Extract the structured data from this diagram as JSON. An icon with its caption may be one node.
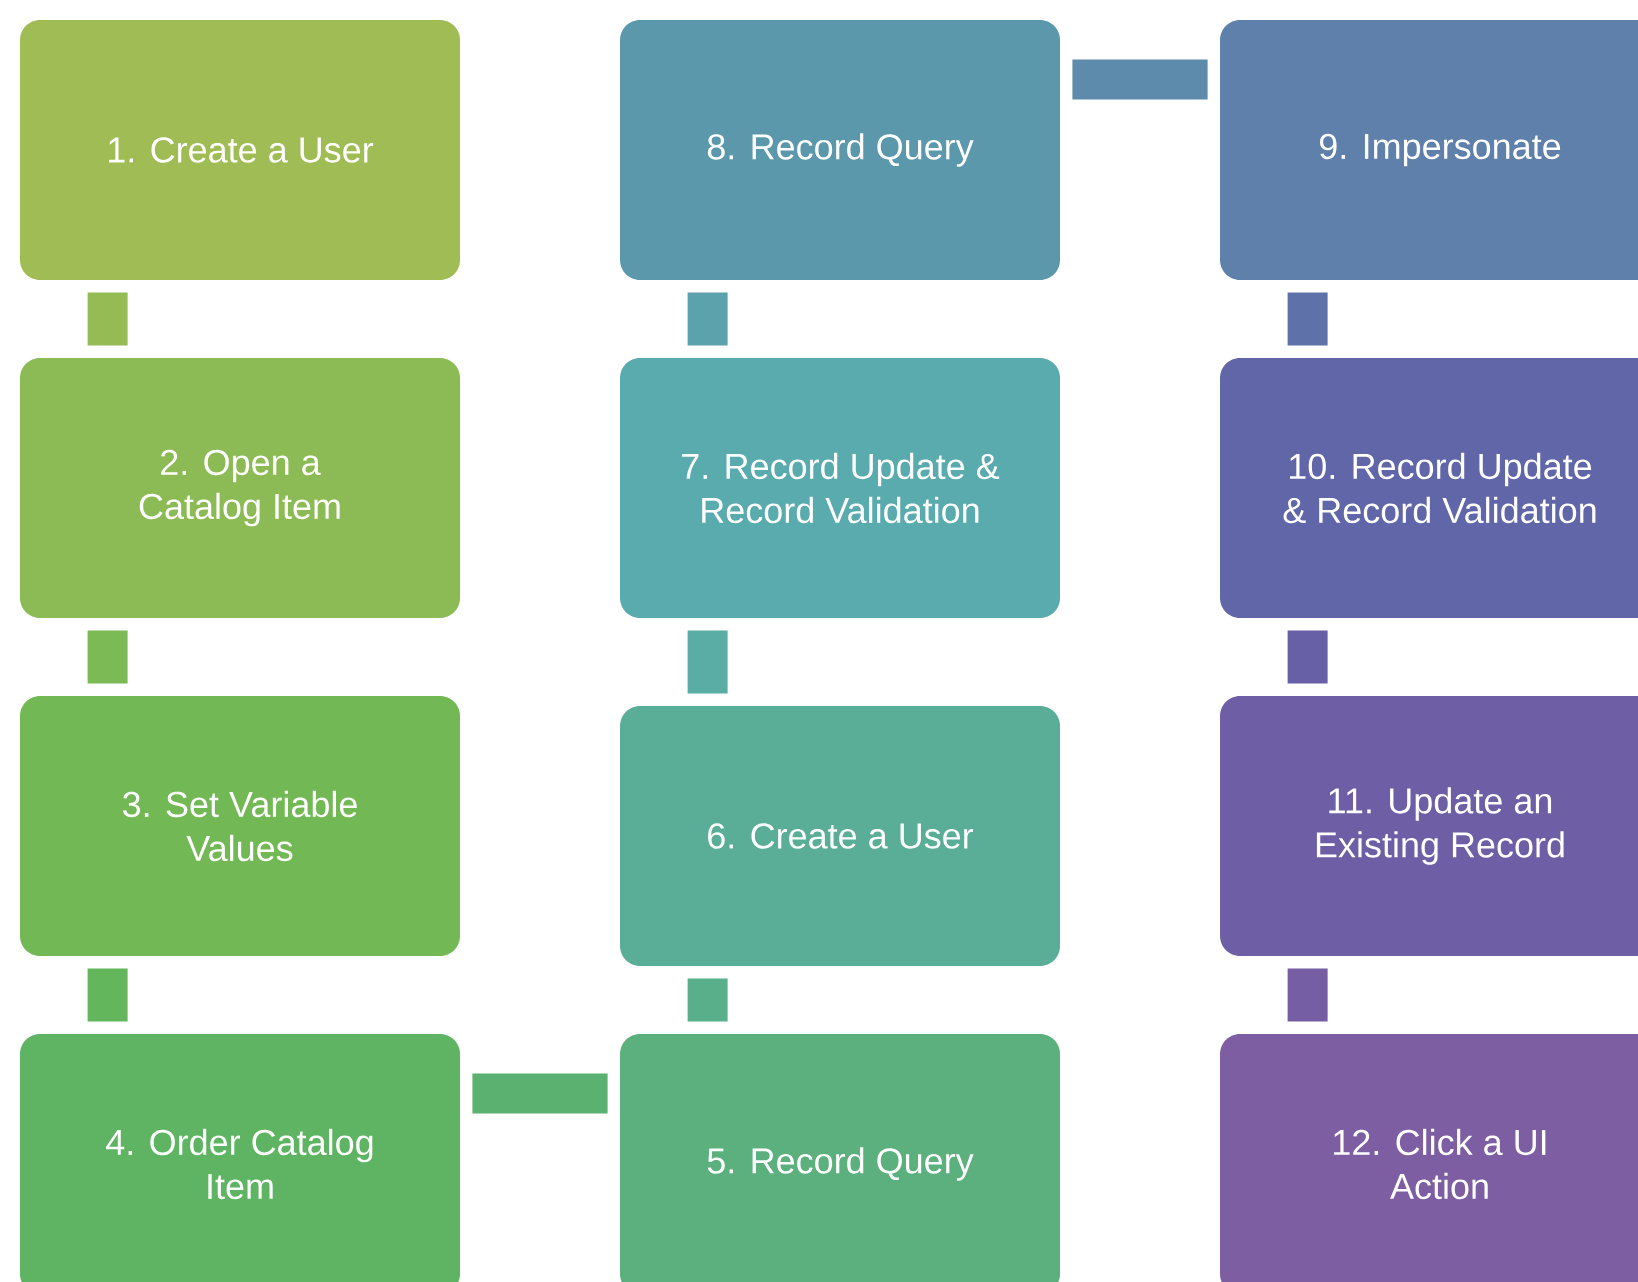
{
  "diagram": {
    "nodes": [
      {
        "text": [
          "1. Create a User"
        ]
      },
      {
        "text": [
          "2. Open a Catalog Item"
        ]
      },
      {
        "text": [
          "3. Set Variable Values"
        ]
      },
      {
        "text": [
          "4. Order Catalog Item"
        ]
      },
      {
        "text": [
          "5. Record Query"
        ]
      },
      {
        "text": [
          "6. Create a User"
        ]
      },
      {
        "text": [
          "7. Record Update & Record Validation"
        ]
      },
      {
        "text": [
          "8. Record Query"
        ]
      },
      {
        "text": [
          "9. Impersonate"
        ]
      },
      {
        "text": [
          "10. Record Update & Record Validation"
        ]
      },
      {
        "text": [
          "11. Update an Existing Record"
        ]
      },
      {
        "text": [
          "12. Click a UI Action"
        ]
      }
    ],
    "edges": [
      {
        "from": 0,
        "to": 1,
        "arrow": "none",
        "color": "#95bb55"
      },
      {
        "from": 1,
        "to": 2,
        "arrow": "none",
        "color": "#7cba55"
      },
      {
        "from": 2,
        "to": 3,
        "arrow": "none",
        "color": "#64b65c"
      },
      {
        "from": 3,
        "to": 4,
        "arrow": "none",
        "color": "#5bb170"
      },
      {
        "from": 4,
        "to": 5,
        "arrow": "none",
        "color": "#5aaf8b"
      },
      {
        "from": 5,
        "to": 6,
        "arrow": "none",
        "color": "#5aada4"
      },
      {
        "from": 6,
        "to": 7,
        "arrow": "none",
        "color": "#5ba2ad"
      },
      {
        "from": 7,
        "to": 8,
        "arrow": "none",
        "color": "#5d8bab"
      },
      {
        "from": 8,
        "to": 9,
        "arrow": "none",
        "color": "#5f71a9"
      },
      {
        "from": 9,
        "to": 10,
        "arrow": "none",
        "color": "#6860a6"
      },
      {
        "from": 10,
        "to": 11,
        "arrow": "none",
        "color": "#765ea4"
      }
    ]
  }
}
